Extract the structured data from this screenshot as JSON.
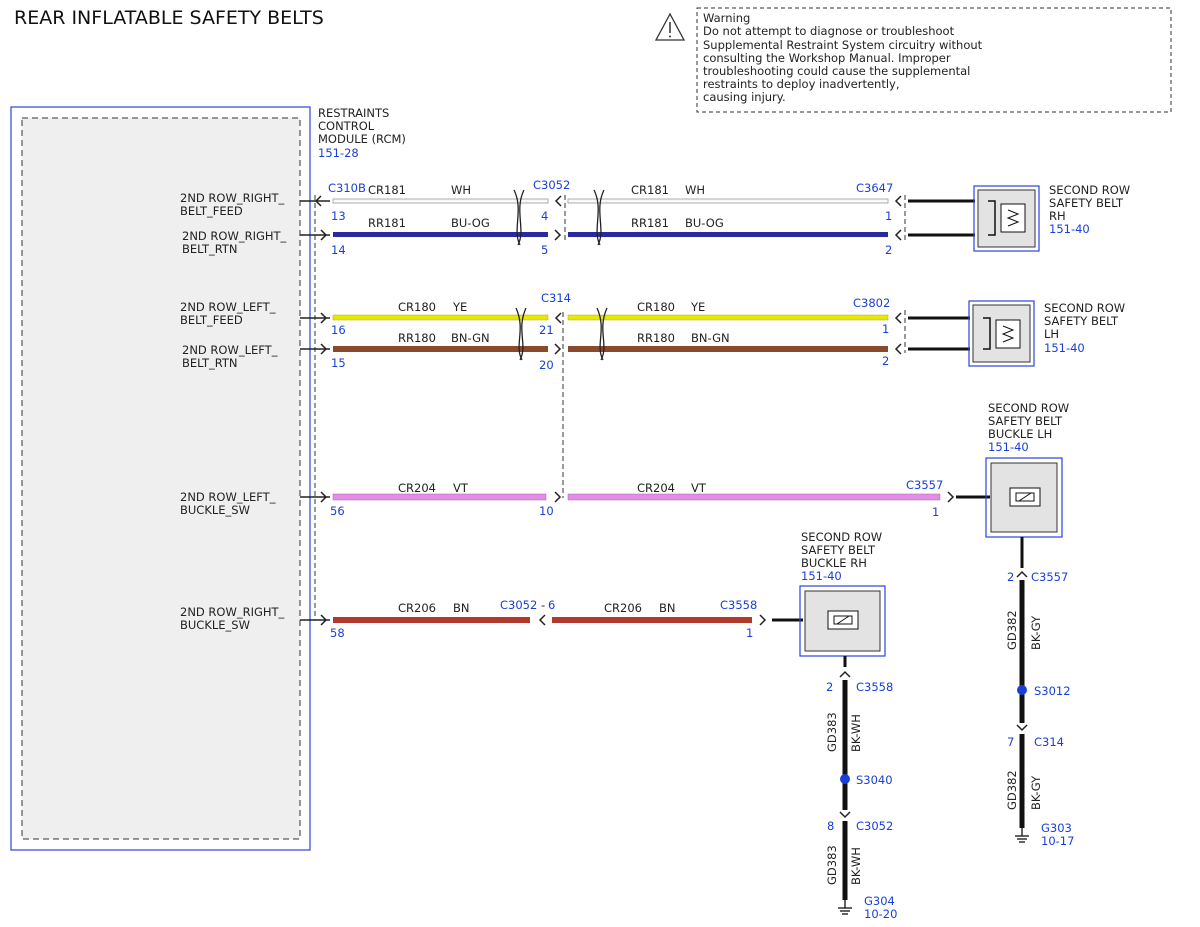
{
  "title": "REAR INFLATABLE SAFETY BELTS",
  "warning": {
    "icon": "warning-triangle-icon",
    "lines": [
      "Warning",
      "Do not attempt to diagnose or troubleshoot",
      "Supplemental Restraint System circuitry without",
      "consulting the Workshop Manual. Improper",
      "troubleshooting could cause the supplemental",
      "restraints to deploy inadvertently,",
      "causing injury."
    ]
  },
  "module": {
    "name_lines": [
      "RESTRAINTS",
      "CONTROL",
      "MODULE (RCM)"
    ],
    "ref": "151-28",
    "connector": "C310B",
    "pins": [
      {
        "label_lines": [
          "2ND ROW_RIGHT_",
          "BELT_FEED"
        ],
        "pin": "13"
      },
      {
        "label_lines": [
          "2ND ROW_RIGHT_",
          "BELT_RTN"
        ],
        "pin": "14"
      },
      {
        "label_lines": [
          "2ND ROW_LEFT_",
          "BELT_FEED"
        ],
        "pin": "16"
      },
      {
        "label_lines": [
          "2ND ROW_LEFT_",
          "BELT_RTN"
        ],
        "pin": "15"
      },
      {
        "label_lines": [
          "2ND ROW_LEFT_",
          "BUCKLE_SW"
        ],
        "pin": "56"
      },
      {
        "label_lines": [
          "2ND ROW_RIGHT_",
          "BUCKLE_SW"
        ],
        "pin": "58"
      }
    ]
  },
  "wires": [
    {
      "circuit": "CR181",
      "color_code": "WH",
      "color": "#f2f2f2",
      "left_pin": "13",
      "mid_connector": "C3052",
      "mid_pin": "4",
      "right_connector": "C3647",
      "right_pin": "1"
    },
    {
      "circuit": "RR181",
      "color_code": "BU-OG",
      "color": "#2a2aa0",
      "left_pin": "14",
      "mid_pin": "5",
      "right_pin": "2"
    },
    {
      "circuit": "CR180",
      "color_code": "YE",
      "color": "#e8e800",
      "left_pin": "16",
      "mid_connector": "C314",
      "mid_pin": "21",
      "right_connector": "C3802",
      "right_pin": "1"
    },
    {
      "circuit": "RR180",
      "color_code": "BN-GN",
      "color": "#8a4b2c",
      "left_pin": "15",
      "mid_pin": "20",
      "right_pin": "2"
    },
    {
      "circuit": "CR204",
      "color_code": "VT",
      "color": "#e28ee2",
      "left_pin": "56",
      "mid_pin": "10",
      "right_connector": "C3557",
      "right_pin": "1"
    },
    {
      "circuit": "CR206",
      "color_code": "BN",
      "color": "#b03a2e",
      "left_pin": "58",
      "mid_connector": "C3052",
      "mid_pin": "6",
      "right_connector": "C3558",
      "right_pin": "1"
    }
  ],
  "components": {
    "belt_rh": {
      "name_lines": [
        "SECOND ROW",
        "SAFETY BELT",
        "RH"
      ],
      "ref": "151-40"
    },
    "belt_lh": {
      "name_lines": [
        "SECOND ROW",
        "SAFETY BELT",
        "LH"
      ],
      "ref": "151-40"
    },
    "buckle_lh": {
      "name_lines": [
        "SECOND ROW",
        "SAFETY BELT",
        "BUCKLE LH"
      ],
      "ref": "151-40"
    },
    "buckle_rh": {
      "name_lines": [
        "SECOND ROW",
        "SAFETY BELT",
        "BUCKLE RH"
      ],
      "ref": "151-40"
    }
  },
  "grounds": {
    "lh": {
      "pin_top": "2",
      "conn_top": "C3557",
      "circuit": "GD382",
      "color_code": "BK-GY",
      "splice": "S3012",
      "pin_bottom": "7",
      "conn_bottom": "C314",
      "circuit2": "GD382",
      "color_code2": "BK-GY",
      "ground": "G303",
      "ground_ref": "10-17"
    },
    "rh": {
      "pin_top": "2",
      "conn_top": "C3558",
      "circuit": "GD383",
      "color_code": "BK-WH",
      "splice": "S3040",
      "pin_bottom": "8",
      "conn_bottom": "C3052",
      "circuit2": "GD383",
      "color_code2": "BK-WH",
      "ground": "G304",
      "ground_ref": "10-20"
    }
  }
}
